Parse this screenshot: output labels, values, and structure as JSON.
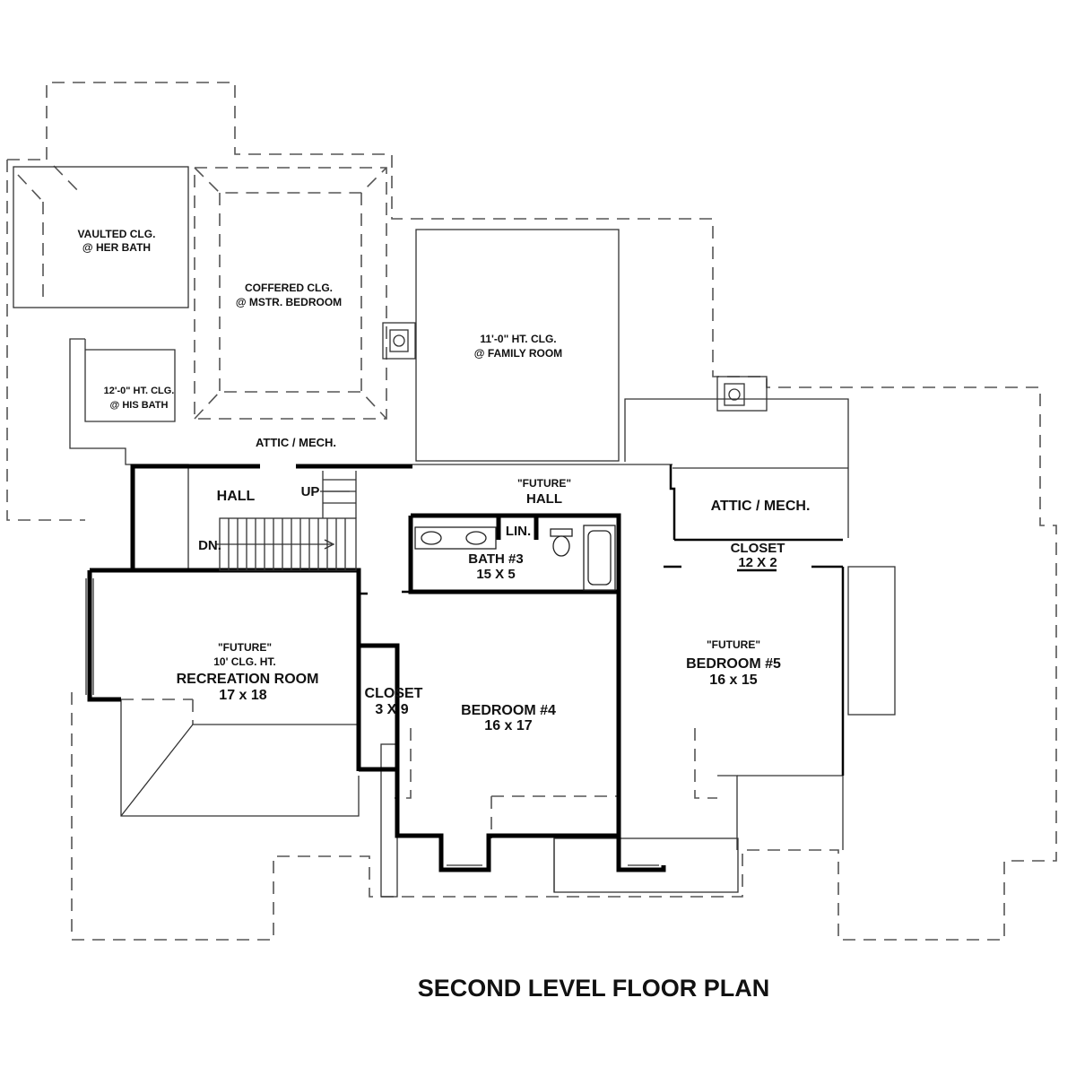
{
  "title": "SECOND LEVEL FLOOR PLAN",
  "rooms": {
    "vaulted_line1": "VAULTED CLG.",
    "vaulted_line2": "@ HER BATH",
    "coffered_line1": "COFFERED CLG.",
    "coffered_line2": "@ MSTR. BEDROOM",
    "family_line1": "11'-0\" HT. CLG.",
    "family_line2": "@ FAMILY ROOM",
    "hisbath_line1": "12'-0\" HT. CLG.",
    "hisbath_line2": "@ HIS BATH",
    "attic_left": "ATTIC / MECH.",
    "attic_right": "ATTIC / MECH.",
    "hall": "HALL",
    "up": "UP",
    "dn": "DN.",
    "future_hall_line1": "\"FUTURE\"",
    "future_hall_line2": "HALL",
    "lin": "LIN.",
    "bath3_name": "BATH #3",
    "bath3_size": "15 X 5",
    "closet_right_name": "CLOSET",
    "closet_right_size": "12 X 2",
    "rec_line1": "\"FUTURE\"",
    "rec_line2": "10' CLG. HT.",
    "rec_name": "RECREATION ROOM",
    "rec_size": "17 x 18",
    "closet_mid_name": "CLOSET",
    "closet_mid_size": "3 X 9",
    "bed4_name": "BEDROOM #4",
    "bed4_size": "16 x 17",
    "bed5_line1": "\"FUTURE\"",
    "bed5_name": "BEDROOM #5",
    "bed5_size": "16 x 15"
  }
}
